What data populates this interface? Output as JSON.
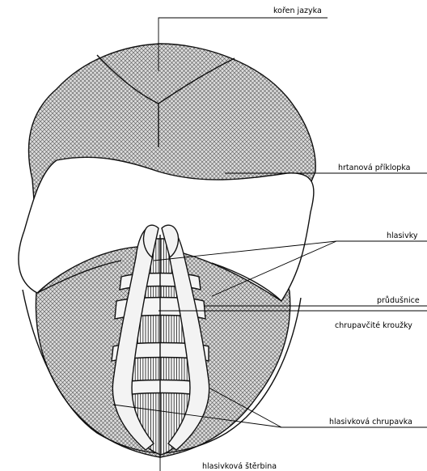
{
  "labels": {
    "koren_jazyka": "kořen jazyka",
    "hrtanova_priklopka": "hrtanová příklopka",
    "hlasivky": "hlasivky",
    "prudusnice": "průdušnice",
    "chrupavcite_krouzky": "chrupavčité kroužky",
    "hlasivkova_chrupavka": "hlasivková chrupavka",
    "hlasivkova_sterbina": "hlasivková štěrbina"
  },
  "colors": {
    "line": "#111111",
    "crosshatch_fill": "#d9d9d9",
    "light_fill": "#f3f3f3",
    "background": "#ffffff"
  }
}
